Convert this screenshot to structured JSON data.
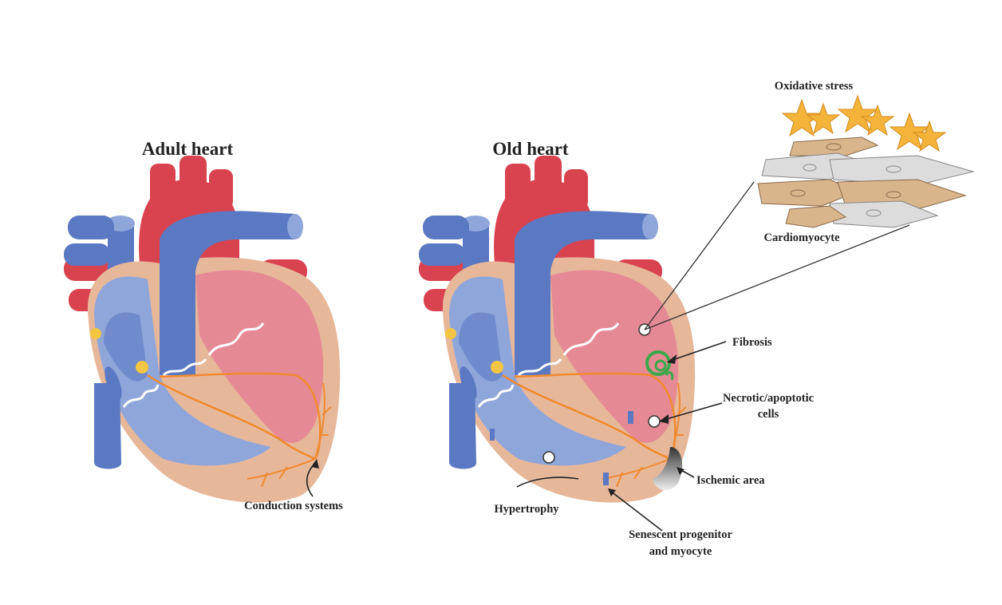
{
  "titles": {
    "adult": "Adult heart",
    "old": "Old heart"
  },
  "labels": {
    "conduction": "Conduction systems",
    "oxidative": "Oxidative stress",
    "cardiomyocyte": "Cardiomyocyte",
    "fibrosis": "Fibrosis",
    "necrotic_line1": "Necrotic/apoptotic",
    "necrotic_line2": "cells",
    "ischemic": "Ischemic area",
    "hypertrophy": "Hypertrophy",
    "senescent_line1": "Senescent progenitor",
    "senescent_line2": "and myocyte"
  },
  "colors": {
    "aorta": "#d9434f",
    "vein": "#5b78c2",
    "vein_light": "#8fa6da",
    "myocardium": "#e7b79a",
    "chamber_red": "#e58a94",
    "conduction": "#f08a2e",
    "node": "#f4c542",
    "fibrosis": "#3aa84a",
    "star": "#f4b43a"
  }
}
